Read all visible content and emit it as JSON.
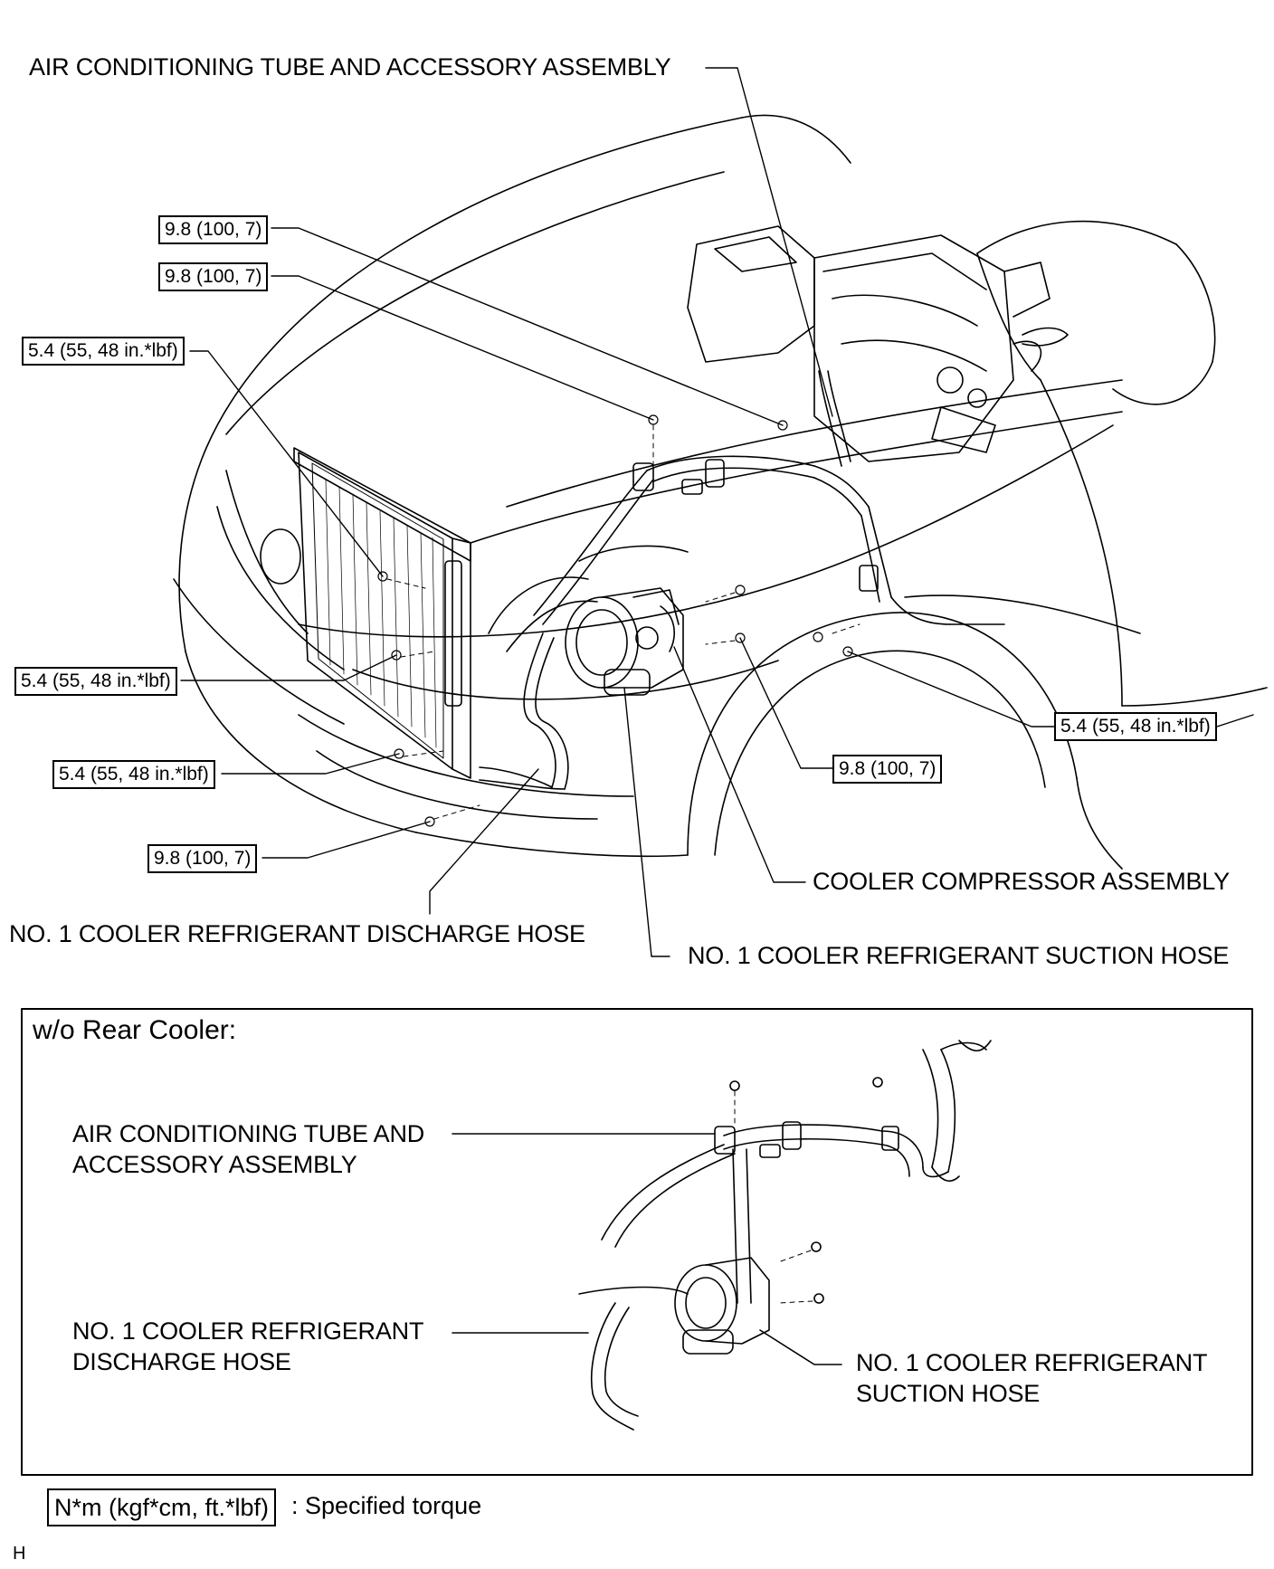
{
  "main": {
    "labels": {
      "ac_tube_assembly": "AIR CONDITIONING TUBE AND ACCESSORY ASSEMBLY",
      "cooler_compressor": "COOLER COMPRESSOR ASSEMBLY",
      "discharge_hose": "NO. 1 COOLER REFRIGERANT DISCHARGE HOSE",
      "suction_hose": "NO. 1 COOLER REFRIGERANT SUCTION HOSE"
    },
    "torques": [
      "9.8 (100, 7)",
      "9.8 (100, 7)",
      "5.4 (55, 48 in.*lbf)",
      "5.4 (55, 48 in.*lbf)",
      "5.4 (55, 48 in.*lbf)",
      "9.8 (100, 7)",
      "9.8 (100, 7)",
      "5.4 (55, 48 in.*lbf)"
    ]
  },
  "inset": {
    "title": "w/o Rear Cooler:",
    "ac_tube_line1": "AIR CONDITIONING TUBE AND",
    "ac_tube_line2": "ACCESSORY ASSEMBLY",
    "discharge_line1": "NO. 1 COOLER REFRIGERANT",
    "discharge_line2": "DISCHARGE HOSE",
    "suction_line1": "NO. 1 COOLER REFRIGERANT",
    "suction_line2": "SUCTION HOSE"
  },
  "legend": {
    "unit": "N*m (kgf*cm, ft.*lbf)",
    "text": ": Specified torque"
  },
  "corner_mark": "H"
}
